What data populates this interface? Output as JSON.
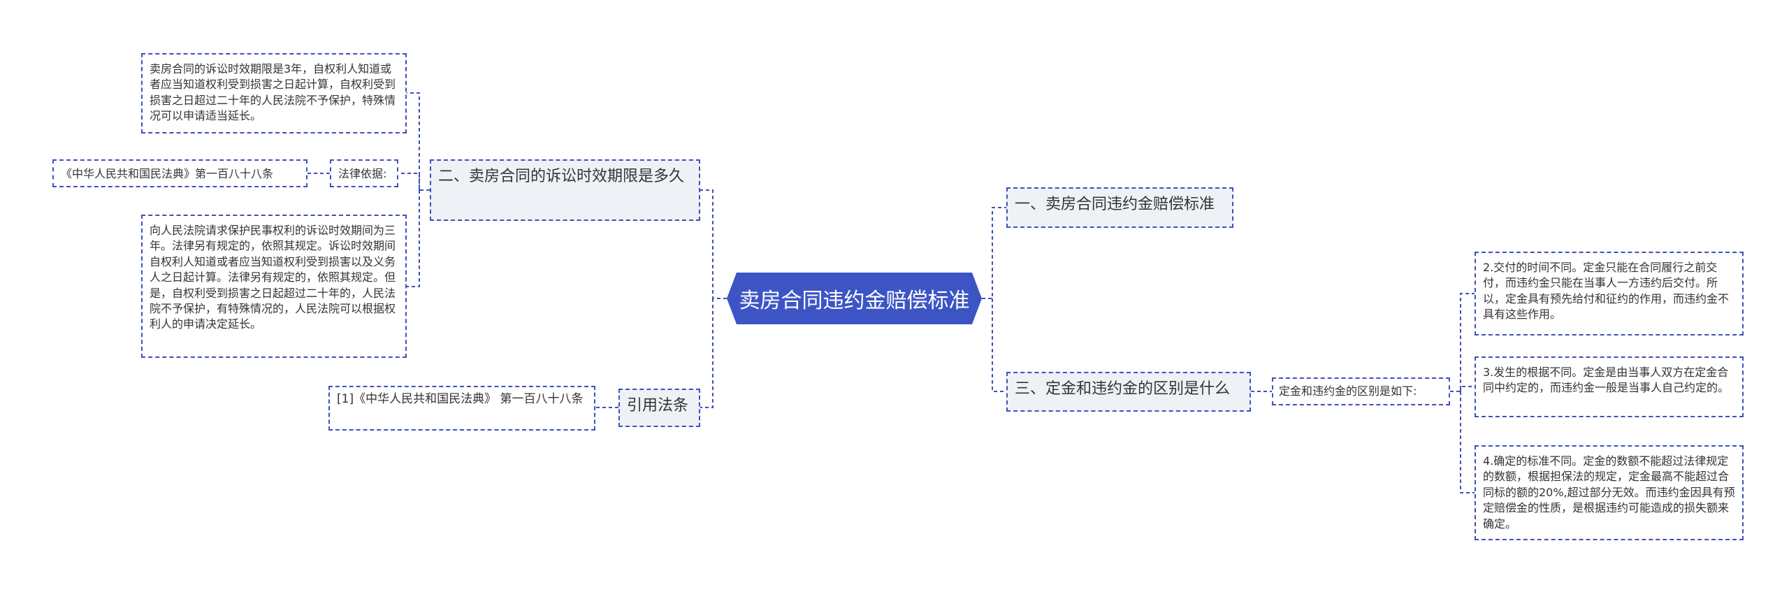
{
  "root": {
    "label": "卖房合同违约金赔偿标准"
  },
  "right": {
    "b1": {
      "label": "一、卖房合同违约金赔偿标准"
    },
    "b3": {
      "label": "三、定金和违约金的区别是什么",
      "mid": "定金和违约金的区别是如下:",
      "items": [
        "2.交付的时间不同。定金只能在合同履行之前交付，而违约金只能在当事人一方违约后交付。所以，定金具有预先给付和征约的作用，而违约金不具有这些作用。",
        "3.发生的根据不同。定金是由当事人双方在定金合同中约定的，而违约金一般是当事人自己约定的。",
        "4.确定的标准不同。定金的数额不能超过法律规定的数额，根据担保法的规定，定金最高不能超过合同标的额的20%,超过部分无效。而违约金因具有预定赔偿金的性质，是根据违约可能造成的损失额来确定。"
      ]
    }
  },
  "left": {
    "b2": {
      "label": "二、卖房合同的诉讼时效期限是多久",
      "text1": "卖房合同的诉讼时效期限是3年，自权利人知道或者应当知道权利受到损害之日起计算，自权利受到损害之日超过二十年的人民法院不予保护，特殊情况可以申请适当延长。",
      "basis": "法律依据:",
      "law": "《中华人民共和国民法典》第一百八十八条",
      "text2": "向人民法院请求保护民事权利的诉讼时效期间为三年。法律另有规定的，依照其规定。诉讼时效期间自权利人知道或者应当知道权利受到损害以及义务人之日起计算。法律另有规定的，依照其规定。但是，自权利受到损害之日起超过二十年的，人民法院不予保护，有特殊情况的，人民法院可以根据权利人的申请决定延长。"
    },
    "cite": {
      "label": "引用法条",
      "item": "[1]《中华人民共和国民法典》 第一百八十八条"
    }
  },
  "colors": {
    "root": "#3d55c4",
    "line": "#3f51b5",
    "branch_bg": "#eef2f7"
  }
}
